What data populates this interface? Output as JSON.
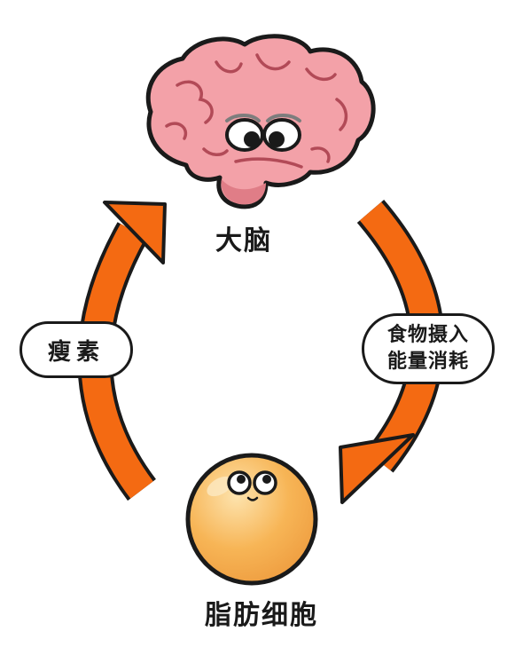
{
  "nodes": {
    "brain": {
      "label": "大脑"
    },
    "fat_cell": {
      "label": "脂肪细胞"
    }
  },
  "edges": {
    "fat_to_brain": {
      "label": "瘦素"
    },
    "brain_to_fat": {
      "line1": "食物摄入",
      "line2": "能量消耗"
    }
  },
  "colors": {
    "arrow": "#f46a12",
    "outline": "#1a1a1a",
    "brain_fill": "#f3a1a8",
    "brain_shade": "#e07d87",
    "fat_fill": "#f7b556",
    "fat_highlight": "#fbd796"
  }
}
